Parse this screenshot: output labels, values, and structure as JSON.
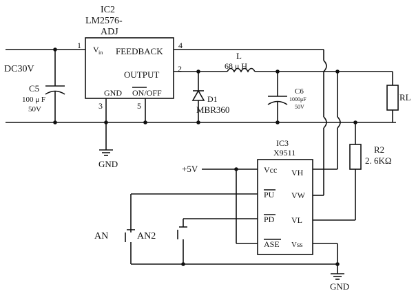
{
  "supply_label": "DC30V",
  "ic2": {
    "ref": "IC2",
    "part": "LM2576-",
    "variant": "ADJ",
    "pin_vin": "V",
    "pin_vin_sub": "in",
    "pin_feedback": "FEEDBACK",
    "pin_output": "OUTPUT",
    "pin_gnd": "GND",
    "pin_onoff": "ON/OFF",
    "pin1": "1",
    "pin2": "2",
    "pin3": "3",
    "pin4": "4",
    "pin5": "5"
  },
  "c5": {
    "ref": "C5",
    "value": "100 μ F",
    "rating": "50V"
  },
  "d1": {
    "ref": "D1",
    "part": "MBR360"
  },
  "inductor": {
    "ref": "L",
    "value": "68 μ H"
  },
  "c6": {
    "ref": "C6",
    "value": "1000μF",
    "rating": "50V"
  },
  "rl": {
    "ref": "RL"
  },
  "gnd_top": "GND",
  "gnd_bottom": "GND",
  "ic3": {
    "ref": "IC3",
    "part": "X9511",
    "pin_vcc": "Vcc",
    "pin_pu": "PU",
    "pin_pd": "PD",
    "pin_ase": "ASE",
    "pin_vh": "VH",
    "pin_vw": "VW",
    "pin_vl": "VL",
    "pin_vss": "Vss"
  },
  "v5_label": "+5V",
  "r2": {
    "ref": "R2",
    "value": "2. 6KΩ"
  },
  "an_label": "AN",
  "an2_label": "AN2"
}
